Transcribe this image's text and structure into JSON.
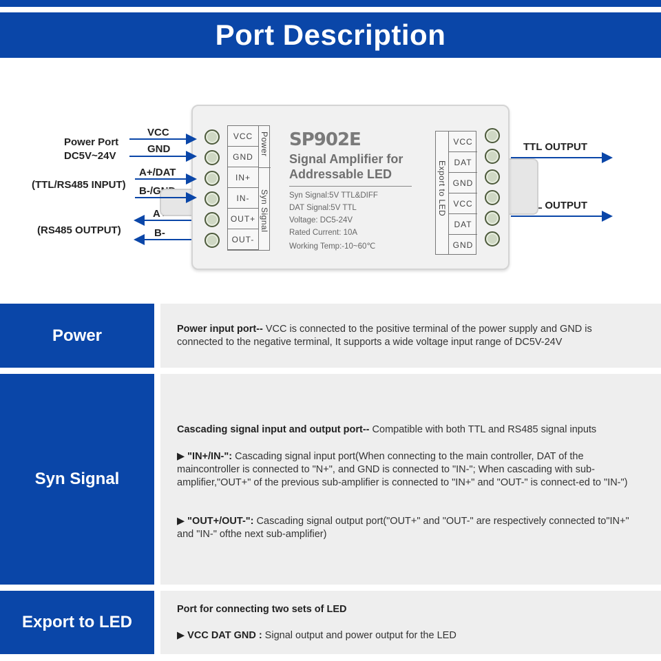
{
  "header": {
    "title": "Port Description"
  },
  "diagram": {
    "left_labels": {
      "vcc": "VCC",
      "gnd": "GND",
      "power_port": "Power Port",
      "power_range": "DC5V~24V",
      "a_plus_dat": "A+/DAT",
      "b_minus_gnd": "B-/GND",
      "ttl_rs485_input": "(TTL/RS485 INPUT)",
      "a_plus": "A+",
      "b_minus": "B-",
      "rs485_output": "(RS485 OUTPUT)"
    },
    "right_labels": {
      "ttl_output_1": "TTL OUTPUT",
      "ttl_output_2": "TTL OUTPUT"
    },
    "left_pins": [
      "VCC",
      "GND",
      "IN+",
      "IN-",
      "OUT+",
      "OUT-"
    ],
    "left_group_labels": {
      "power": "Power",
      "syn_signal": "Syn Signal"
    },
    "right_pins": [
      "VCC",
      "DAT",
      "GND",
      "VCC",
      "DAT",
      "GND"
    ],
    "right_group_label": "Export to LED",
    "device": {
      "model": "SP902E",
      "subtitle_line1": "Signal Amplifier for",
      "subtitle_line2": "Addressable LED",
      "specs": [
        "Syn Signal:5V TTL&DIFF",
        "DAT Signal:5V TTL",
        "Voltage: DC5-24V",
        "Rated Current: 10A",
        "Working Temp:-10~60℃"
      ]
    },
    "colors": {
      "accent": "#0a46a8"
    }
  },
  "sections": {
    "power": {
      "heading": "Power",
      "lead": "Power input port--",
      "text": " VCC is connected to the positive terminal of the power supply and GND is connected to the negative terminal, It supports a wide voltage input range of DC5V-24V"
    },
    "syn_signal": {
      "heading": "Syn Signal",
      "lead": "Cascading signal input and output port--",
      "text": " Compatible with both TTL and RS485 signal inputs",
      "bullet1_lead": "▶ \"IN+/IN-\":",
      "bullet1_text": " Cascading signal input port(When connecting to the main controller, DAT of the maincontroller is connected to \"N+\", and GND is connected to \"IN-\"; When cascading with sub-amplifier,\"OUT+\" of the previous sub-amplifier is connected to \"IN+\" and \"OUT-\" is connect-ed to \"IN-\")",
      "bullet2_lead": "▶ \"OUT+/OUT-\":",
      "bullet2_text": " Cascading signal output port(\"OUT+\" and \"OUT-\" are respectively connected to\"IN+\" and \"IN-\" ofthe next sub-amplifier)"
    },
    "export_led": {
      "heading": "Export to LED",
      "lead": "Port for connecting two sets of LED",
      "bullet_lead": "▶  VCC DAT GND :",
      "bullet_text": " Signal output and power output for the LED"
    }
  }
}
